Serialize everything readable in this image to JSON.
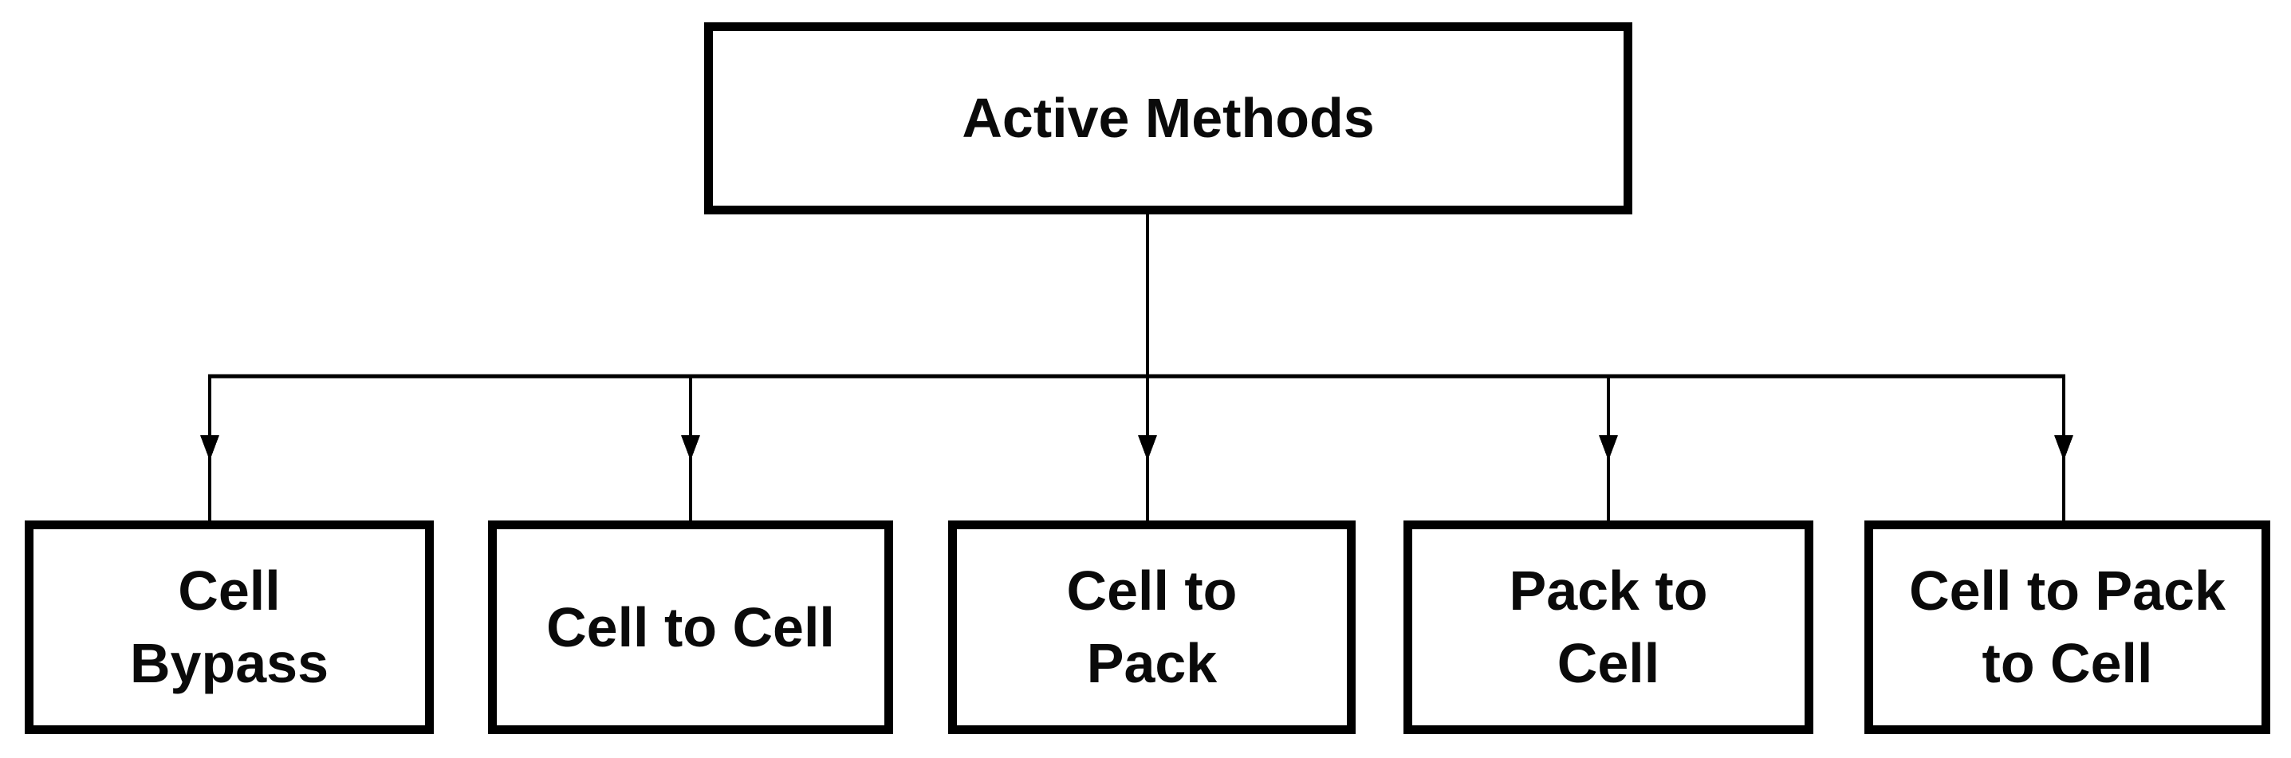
{
  "diagram": {
    "root": {
      "id": "active-methods",
      "label": "Active Methods"
    },
    "children": [
      {
        "id": "cell-bypass",
        "label": "Cell\nBypass"
      },
      {
        "id": "cell-to-cell",
        "label": "Cell to Cell"
      },
      {
        "id": "cell-to-pack",
        "label": "Cell to\nPack"
      },
      {
        "id": "pack-to-cell",
        "label": "Pack to\nCell"
      },
      {
        "id": "cell-to-pack-to-cell",
        "label": "Cell to Pack\nto Cell"
      }
    ],
    "edges": [
      {
        "from": "active-methods",
        "to": "cell-bypass"
      },
      {
        "from": "active-methods",
        "to": "cell-to-cell"
      },
      {
        "from": "active-methods",
        "to": "cell-to-pack"
      },
      {
        "from": "active-methods",
        "to": "pack-to-cell"
      },
      {
        "from": "active-methods",
        "to": "cell-to-pack-to-cell"
      }
    ],
    "colors": {
      "line": "#000000",
      "box_border": "#000000",
      "text": "#0a0a0a",
      "background": "#ffffff"
    }
  }
}
